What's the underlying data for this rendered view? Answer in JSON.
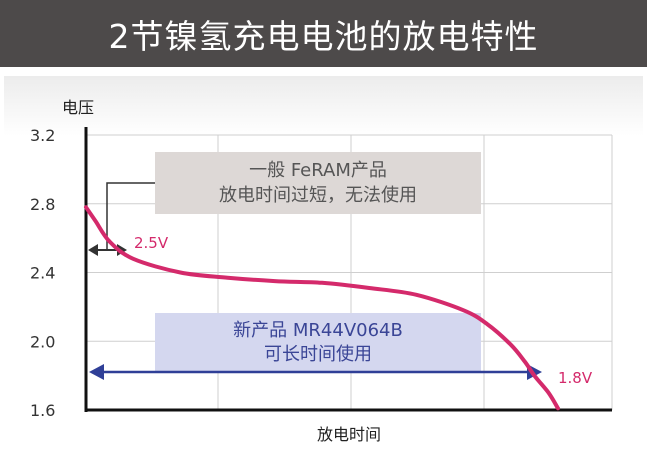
{
  "title": "2节镍氢充电电池的放电特性",
  "chart_data": {
    "type": "line",
    "title": "2节镍氢充电电池的放电特性",
    "xlabel": "放电时间",
    "ylabel": "电压",
    "ylim": [
      1.6,
      3.2
    ],
    "yticks": [
      "3.2",
      "2.8",
      "2.4",
      "2.0",
      "1.6"
    ],
    "ytick_values": [
      3.2,
      2.8,
      2.4,
      2.0,
      1.6
    ],
    "grid": true,
    "series": [
      {
        "color": "#d42a6b",
        "x": [
          0,
          2,
          5,
          10,
          20,
          30,
          40,
          50,
          60,
          70,
          80,
          85,
          90,
          93,
          95,
          98,
          100
        ],
        "y": [
          2.78,
          2.7,
          2.58,
          2.48,
          2.4,
          2.37,
          2.35,
          2.34,
          2.31,
          2.27,
          2.18,
          2.1,
          1.98,
          1.88,
          1.8,
          1.7,
          1.61
        ]
      }
    ],
    "annotations": [
      {
        "id": "feram",
        "lines": [
          "一般 FeRAM产品",
          "放电时间过短，无法使用"
        ],
        "box_color": "#ddd8d6",
        "text_color": "#555555"
      },
      {
        "id": "mr44",
        "lines": [
          "新产品 MR44V064B",
          "可长时间使用"
        ],
        "box_color": "#d4d7ef",
        "text_color": "#3a4596"
      },
      {
        "id": "label-2-5v",
        "text": "2.5V",
        "color": "#d42a6b"
      },
      {
        "id": "label-1-8v",
        "text": "1.8V",
        "color": "#d42a6b"
      }
    ],
    "arrow_colors": {
      "feram": "#333333",
      "mr44": "#2f3f97"
    }
  }
}
